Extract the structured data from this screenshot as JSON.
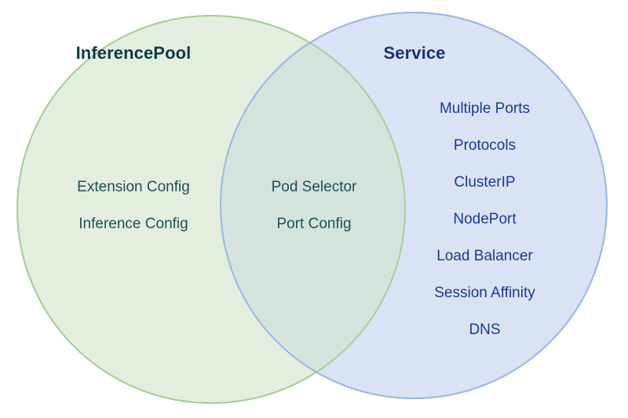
{
  "diagram": {
    "type": "venn",
    "background_color": "#ffffff",
    "sets": [
      {
        "id": "inferencepool",
        "title": "InferencePool",
        "title_color": "#0d3b44",
        "fill_color": "#e4eede",
        "stroke_color": "#a8cf9a",
        "text_color": "#1d4f58",
        "items": [
          "Extension Config",
          "Inference Config"
        ]
      },
      {
        "id": "service",
        "title": "Service",
        "title_color": "#17307f",
        "fill_color": "#d7e1f2",
        "stroke_color": "#9cb8e8",
        "text_color": "#1b3a96",
        "items": [
          "Multiple Ports",
          "Protocols",
          "ClusterIP",
          "NodePort",
          "Load Balancer",
          "Session Affinity",
          "DNS"
        ]
      }
    ],
    "intersection": {
      "id": "shared",
      "fill_color": "#d4e4dd",
      "text_color": "#1d4f58",
      "items": [
        "Pod Selector",
        "Port Config"
      ]
    }
  }
}
